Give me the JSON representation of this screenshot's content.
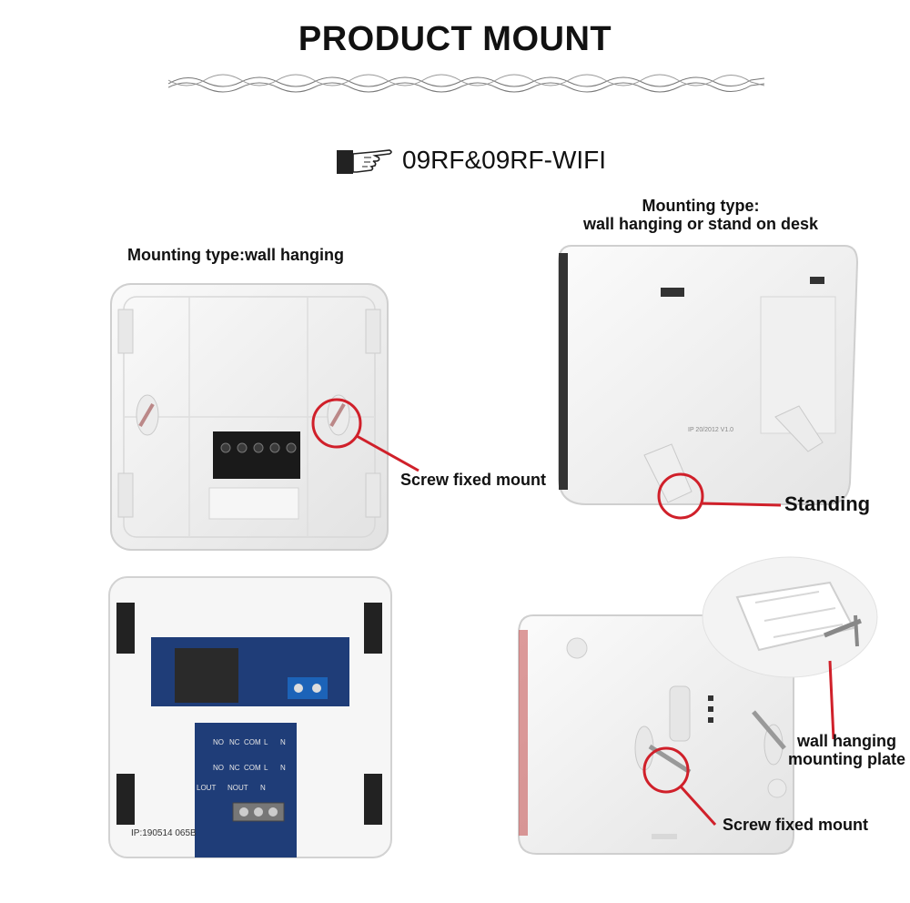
{
  "header": {
    "title": "PRODUCT MOUNT",
    "model": "09RF&09RF-WIFI"
  },
  "panels": {
    "top_left": {
      "mounting_label": "Mounting type:wall hanging",
      "callout": "Screw fixed mount"
    },
    "top_right": {
      "mounting_label_line1": "Mounting type:",
      "mounting_label_line2": "wall hanging or stand on desk",
      "callout": "Standing",
      "back_print": "IP 20/2012 V1.0"
    },
    "bottom_left": {
      "terminal_row1": [
        "NO",
        "NC",
        "COM",
        "L",
        "N"
      ],
      "terminal_row2": [
        "NO",
        "NC",
        "COM",
        "L",
        "N"
      ],
      "terminal_row3": [
        "LOUT",
        "NOUT",
        "N"
      ],
      "sticker": "IP:190514 065B"
    },
    "bottom_right": {
      "plate_label_line1": "wall hanging",
      "plate_label_line2": "mounting plate",
      "callout": "Screw fixed mount"
    }
  },
  "colors": {
    "callout_red": "#d0202a",
    "plastic_white": "#f4f4f4",
    "pcb_blue": "#1f3d78",
    "terminal_black": "#1a1a1a",
    "accent_edge": "#c24a4a"
  },
  "icons": {
    "pointer": "pointing-hand-icon"
  }
}
